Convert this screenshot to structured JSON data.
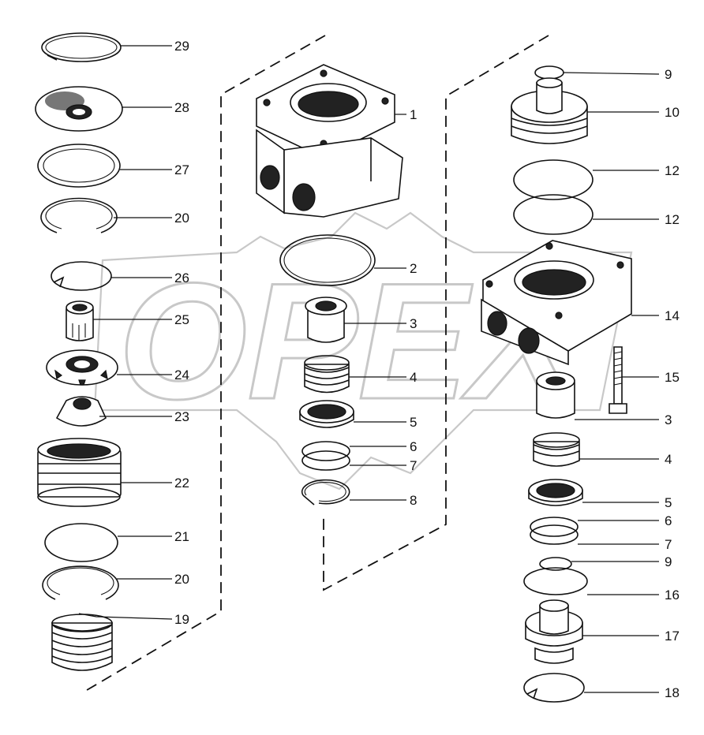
{
  "watermark": "OPEX",
  "callouts": [
    {
      "id": "c29",
      "text": "29"
    },
    {
      "id": "c28",
      "text": "28"
    },
    {
      "id": "c27",
      "text": "27"
    },
    {
      "id": "c20a",
      "text": "20"
    },
    {
      "id": "c26",
      "text": "26"
    },
    {
      "id": "c25",
      "text": "25"
    },
    {
      "id": "c24",
      "text": "24"
    },
    {
      "id": "c23",
      "text": "23"
    },
    {
      "id": "c22",
      "text": "22"
    },
    {
      "id": "c21",
      "text": "21"
    },
    {
      "id": "c20b",
      "text": "20"
    },
    {
      "id": "c19",
      "text": "19"
    },
    {
      "id": "c1",
      "text": "1"
    },
    {
      "id": "c2",
      "text": "2"
    },
    {
      "id": "c3a",
      "text": "3"
    },
    {
      "id": "c4a",
      "text": "4"
    },
    {
      "id": "c5a",
      "text": "5"
    },
    {
      "id": "c6a",
      "text": "6"
    },
    {
      "id": "c7a",
      "text": "7"
    },
    {
      "id": "c8",
      "text": "8"
    },
    {
      "id": "c9a",
      "text": "9"
    },
    {
      "id": "c10",
      "text": "10"
    },
    {
      "id": "c12a",
      "text": "12"
    },
    {
      "id": "c12b",
      "text": "12"
    },
    {
      "id": "c14",
      "text": "14"
    },
    {
      "id": "c15",
      "text": "15"
    },
    {
      "id": "c3b",
      "text": "3"
    },
    {
      "id": "c4b",
      "text": "4"
    },
    {
      "id": "c5b",
      "text": "5"
    },
    {
      "id": "c6b",
      "text": "6"
    },
    {
      "id": "c7b",
      "text": "7"
    },
    {
      "id": "c9b",
      "text": "9"
    },
    {
      "id": "c16",
      "text": "16"
    },
    {
      "id": "c17",
      "text": "17"
    },
    {
      "id": "c18",
      "text": "18"
    }
  ]
}
